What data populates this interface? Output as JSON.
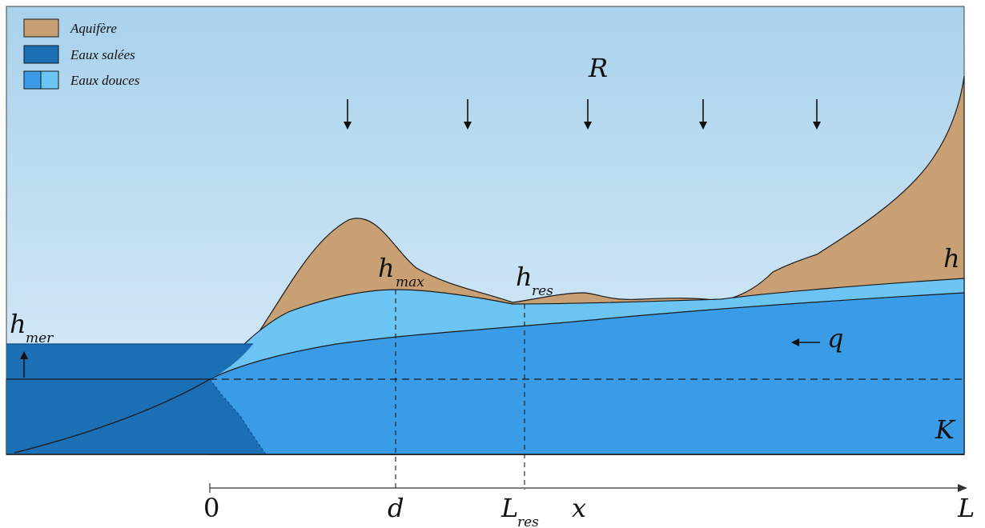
{
  "colors": {
    "sky_top": "#a9d2ec",
    "sky_bottom": "#d9ebf8",
    "aquifer": "#c9a074",
    "salt_water": "#1b6fb4",
    "fresh_dark": "#3a9ce6",
    "fresh_light": "#6cc4f2",
    "outline": "#1a1a1a"
  },
  "legend": {
    "aquifer": "Aquifère",
    "salt": "Eaux salées",
    "fresh": "Eaux douces"
  },
  "labels": {
    "recharge": "R",
    "h_mer_main": "h",
    "h_mer_sub": "mer",
    "h_max_main": "h",
    "h_max_sub": "max",
    "h_res_main": "h",
    "h_res_sub": "res",
    "h_right": "h",
    "flux": "q",
    "conductivity": "K"
  },
  "axis": {
    "origin": "0",
    "d": "d",
    "l_res_main": "L",
    "l_res_sub": "res",
    "x": "x",
    "end": "L"
  },
  "icons": {
    "recharge_arrow": "down-arrow-icon",
    "flux_arrow": "left-arrow-icon",
    "sea_level_arrow": "up-arrow-icon"
  }
}
